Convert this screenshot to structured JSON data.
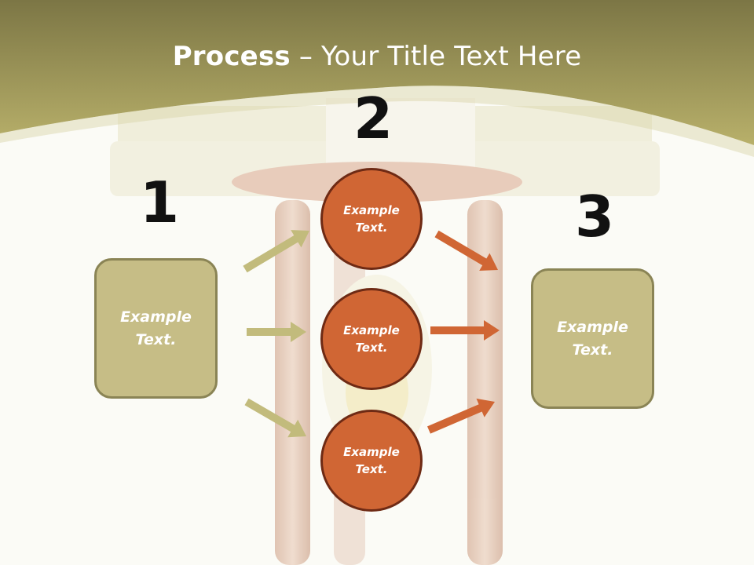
{
  "title": {
    "bold": "Process",
    "rest": " – Your Title Text Here"
  },
  "colors": {
    "header": "#b0a860",
    "box_fill": "#c6bd86",
    "circle_fill": "#d06634",
    "left_arrow": "#c2bb7c",
    "right_arrow": "#d06634"
  },
  "steps": [
    {
      "number": "1",
      "text": "Example\nText."
    },
    {
      "number": "2",
      "circles": [
        "Example\nText.",
        "Example\nText.",
        "Example\nText."
      ]
    },
    {
      "number": "3",
      "text": "Example\nText."
    }
  ]
}
